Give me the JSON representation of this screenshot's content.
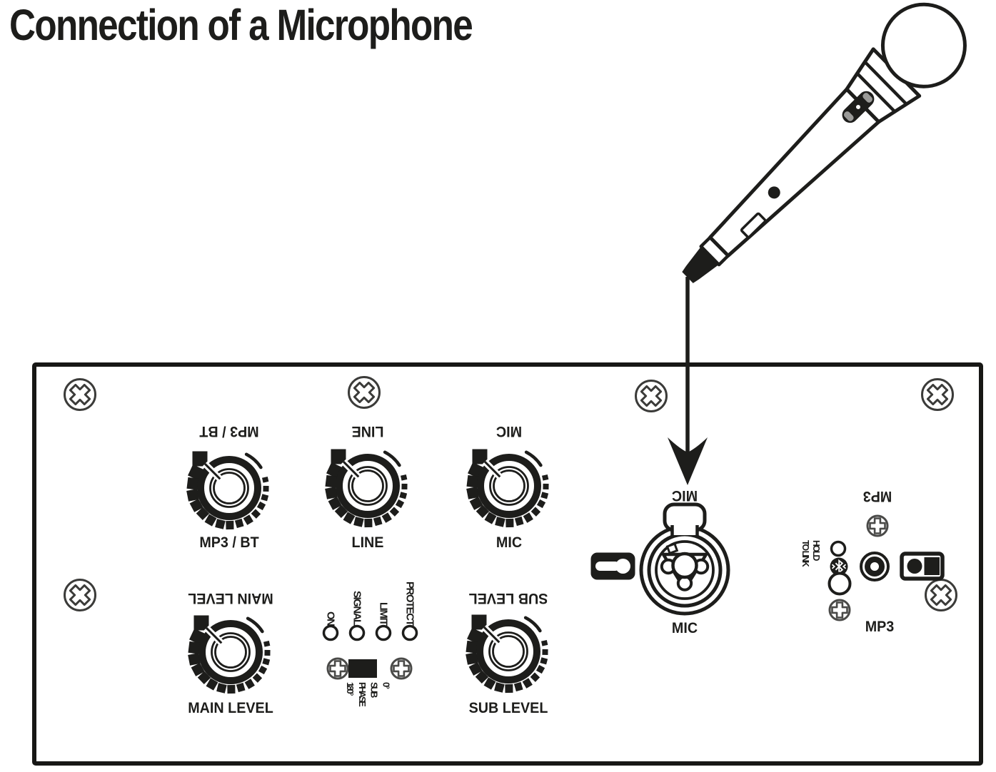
{
  "title": "Connection of a Microphone",
  "colors": {
    "ink": "#1d1d1b",
    "screw": "#3b3b39",
    "background": "#ffffff"
  },
  "panel": {
    "knobs": [
      {
        "id": "mp3-bt",
        "label": "MP3 / BT"
      },
      {
        "id": "line",
        "label": "LINE"
      },
      {
        "id": "mic",
        "label": "MIC"
      },
      {
        "id": "main-level",
        "label": "MAIN LEVEL"
      },
      {
        "id": "sub-level",
        "label": "SUB LEVEL"
      }
    ],
    "status_leds": [
      {
        "label": "ON"
      },
      {
        "label": "SIGNAL"
      },
      {
        "label": "LIMIT"
      },
      {
        "label": "PROTECT"
      }
    ],
    "sub_phase_switch": {
      "lines": [
        "0°",
        "SUB",
        "PHASE",
        "180°"
      ]
    },
    "mic_input": {
      "label_top": "MIC",
      "label_bottom": "MIC"
    },
    "mp3_section": {
      "label_top": "MP3",
      "label_bottom": "MP3",
      "pairing_hint_lines": [
        "HOLD",
        "TO LINK"
      ]
    }
  }
}
